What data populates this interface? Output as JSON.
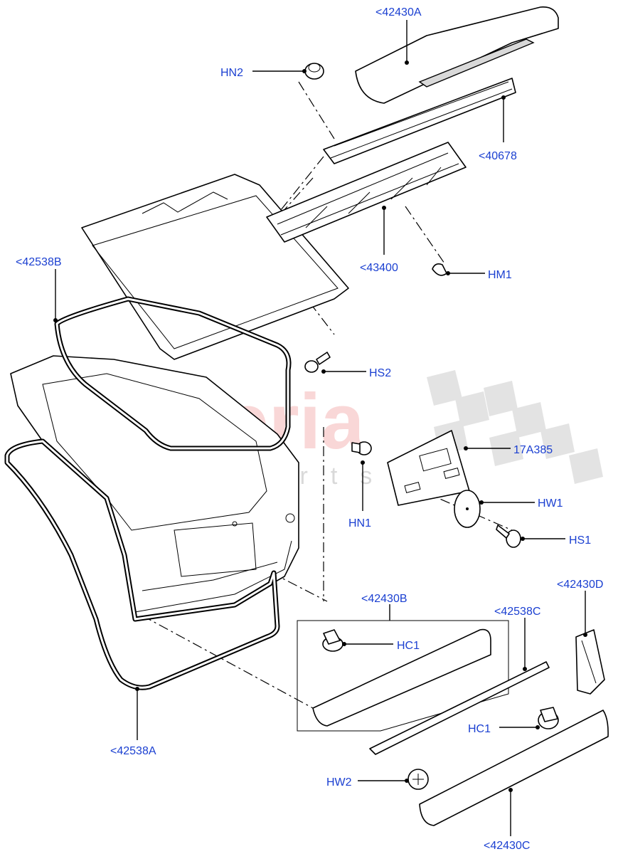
{
  "watermark": {
    "brand": "scuderia",
    "sub": "car parts"
  },
  "callouts": {
    "p42430A": "<42430A",
    "hn2": "HN2",
    "p40678": "<40678",
    "p42538B": "<42538B",
    "p43400": "<43400",
    "hm1": "HM1",
    "hs2": "HS2",
    "p17A385": "17A385",
    "hn1": "HN1",
    "hw1": "HW1",
    "hs1": "HS1",
    "p42430D": "<42430D",
    "p42430B": "<42430B",
    "p42538C": "<42538C",
    "hc1_a": "HC1",
    "hc1_b": "HC1",
    "hw2": "HW2",
    "p42538A": "<42538A",
    "p42430C": "<42430C"
  }
}
